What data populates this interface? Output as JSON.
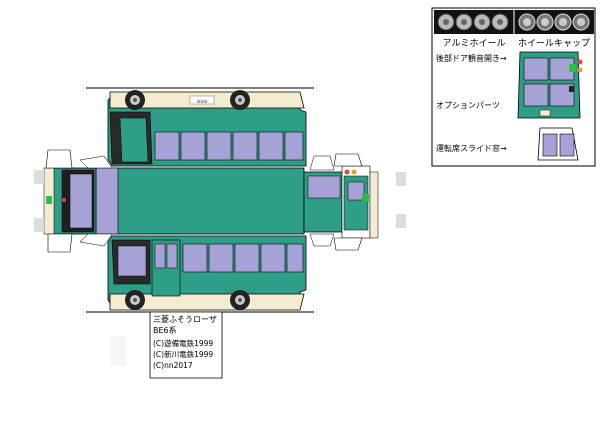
{
  "title": {
    "line1": "三菱ふそうローザ",
    "line2": "BE6系"
  },
  "credits": [
    "(C)遊備電鉄1999",
    "(C)新川電鉄1999",
    "(C)nn2017"
  ],
  "options_panel": {
    "wheel_alloy_label": "アルミホイール",
    "wheel_cap_label": "ホイールキャップ",
    "rear_door_label": "後部ドア観音開き→",
    "options_parts_label": "オプションパーツ",
    "driver_window_label": "運転席スライド窓→"
  },
  "colors": {
    "body_green": "#2f9e86",
    "roof_cream": "#f3ecd0",
    "window_lavender": "#a7a2d6",
    "dark": "#202020"
  }
}
